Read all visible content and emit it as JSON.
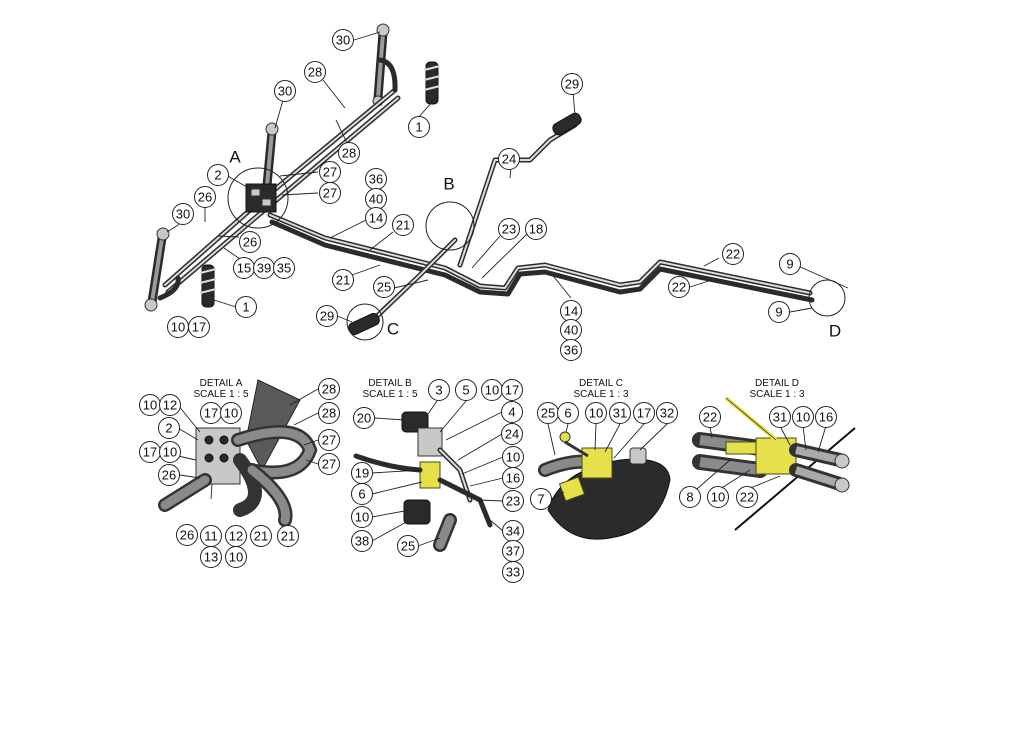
{
  "main": {
    "letters": [
      "A",
      "B",
      "C",
      "D"
    ],
    "balloons": [
      "30",
      "28",
      "30",
      "28",
      "27",
      "27",
      "2",
      "26",
      "26",
      "30",
      "15",
      "39",
      "35",
      "1",
      "10",
      "17",
      "36",
      "40",
      "14",
      "21",
      "21",
      "25",
      "29",
      "1",
      "24",
      "29",
      "23",
      "18",
      "22",
      "22",
      "9",
      "9",
      "14",
      "40",
      "36"
    ]
  },
  "details": [
    {
      "title": "DETAIL A",
      "scale": "SCALE 1 : 5",
      "balloons": [
        "10",
        "12",
        "17",
        "10",
        "2",
        "17",
        "10",
        "26",
        "26",
        "11",
        "13",
        "12",
        "10",
        "21",
        "21",
        "28",
        "28",
        "27",
        "27"
      ]
    },
    {
      "title": "DETAIL B",
      "scale": "SCALE 1 : 5",
      "balloons": [
        "3",
        "5",
        "10",
        "17",
        "20",
        "4",
        "24",
        "19",
        "10",
        "6",
        "16",
        "10",
        "23",
        "38",
        "25",
        "34",
        "37",
        "33"
      ]
    },
    {
      "title": "DETAIL C",
      "scale": "SCALE 1 : 3",
      "balloons": [
        "25",
        "6",
        "10",
        "31",
        "17",
        "32",
        "7"
      ]
    },
    {
      "title": "DETAIL D",
      "scale": "SCALE 1 : 3",
      "balloons": [
        "22",
        "31",
        "10",
        "16",
        "8",
        "10",
        "22"
      ]
    }
  ]
}
